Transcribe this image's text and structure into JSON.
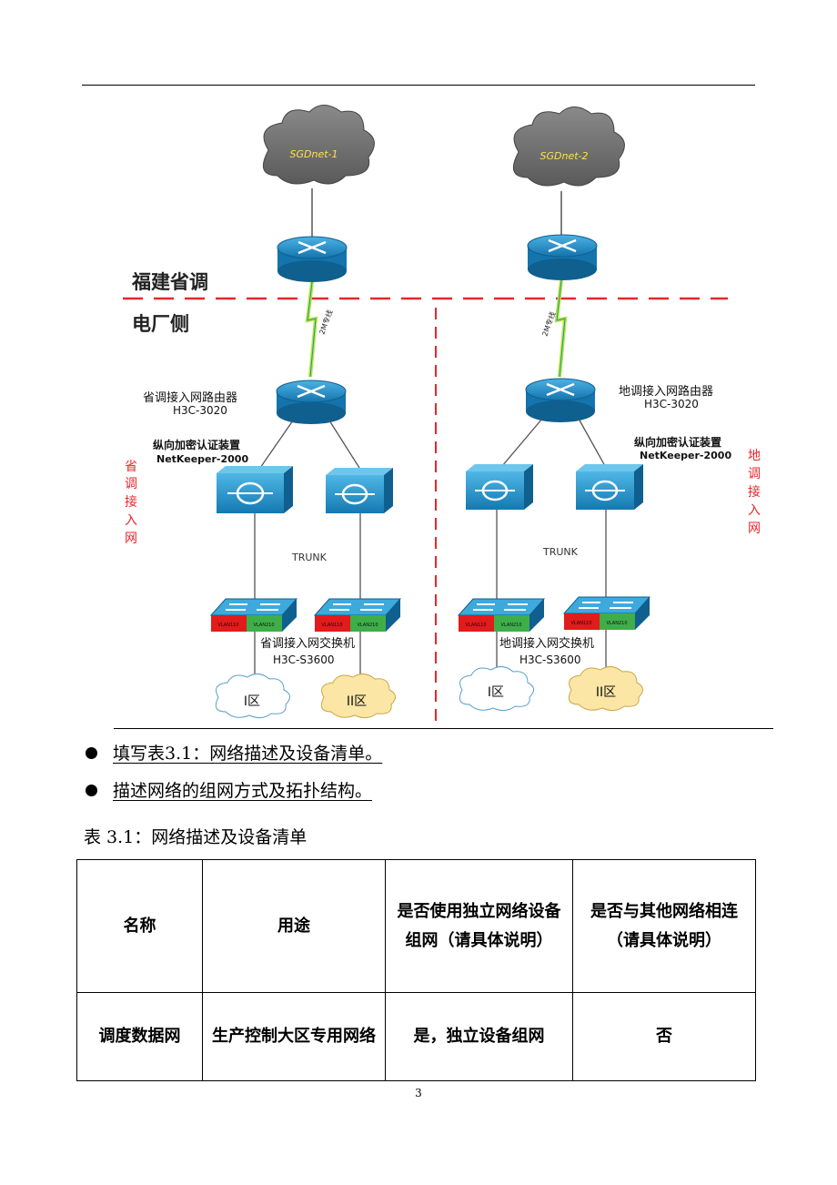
{
  "diagram": {
    "cloud_left": "SGDnet-1",
    "cloud_right": "SGDnet-2",
    "label_province": "福建省调",
    "label_plant": "电厂侧",
    "link_label": "2M专线",
    "left_router_title": "省调接入网路由器",
    "left_router_model": "H3C-3020",
    "right_router_title": "地调接入网路由器",
    "right_router_model": "H3C-3020",
    "crypto_title": "纵向加密认证装置",
    "crypto_model": "NetKeeper-2000",
    "left_side_label": [
      "省",
      "调",
      "接",
      "入",
      "网"
    ],
    "right_side_label": [
      "地",
      "调",
      "接",
      "入",
      "网"
    ],
    "trunk": "TRUNK",
    "left_switch_title": "省调接入网交换机",
    "right_switch_title": "地调接入网交换机",
    "switch_model": "H3C-S3600",
    "vlan_a": "VLAN110",
    "vlan_b": "VLAN210",
    "zone_1": "I区",
    "zone_2": "II区",
    "colors": {
      "dash_red": "#e8262b",
      "device_blue": "#1a8fc4",
      "vlan_red": "#e21b1b",
      "vlan_green": "#3fae49"
    }
  },
  "bullets": [
    "填写表3.1：网络描述及设备清单。",
    "描述网络的组网方式及拓扑结构。"
  ],
  "caption": "表 3.1：网络描述及设备清单",
  "table": {
    "headers": [
      "名称",
      "用途",
      "是否使用独立网络设备组网（请具体说明）",
      "是否与其他网络相连（请具体说明）"
    ],
    "row": [
      "调度数据网",
      "生产控制大区专用网络",
      "是，独立设备组网",
      "否"
    ]
  },
  "page_number": "3"
}
